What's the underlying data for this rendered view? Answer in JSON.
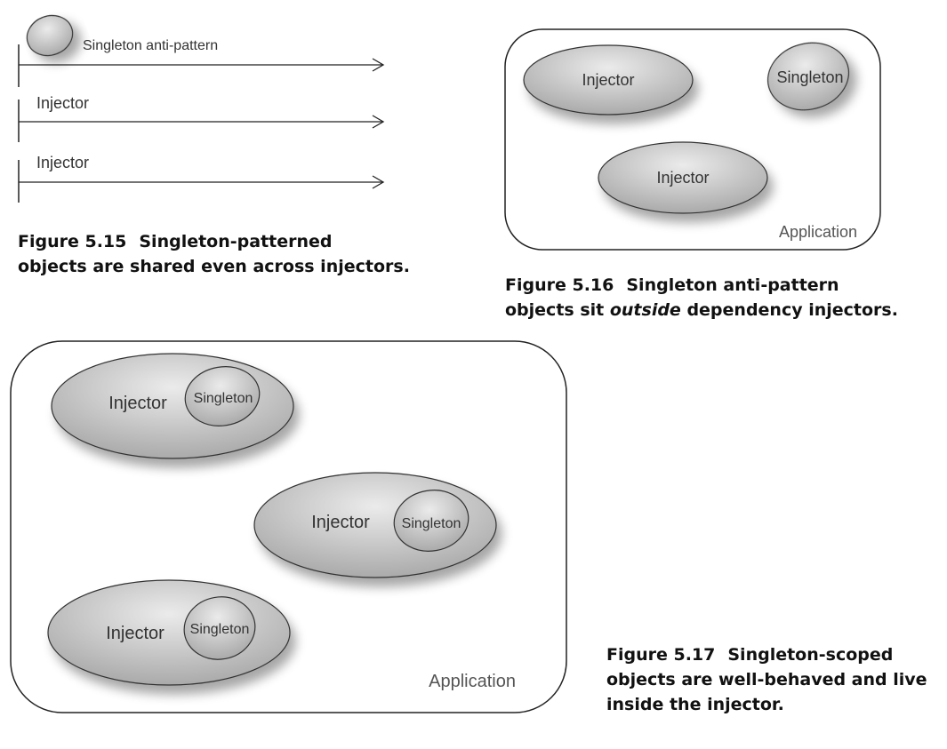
{
  "fig15": {
    "rows": [
      {
        "label": "Singleton anti-pattern"
      },
      {
        "label": "Injector"
      },
      {
        "label": "Injector"
      }
    ],
    "caption_number": "Figure 5.15",
    "caption_line1": "Singleton-patterned",
    "caption_line2": "objects are shared even across injectors."
  },
  "fig16": {
    "injector_top_label": "Injector",
    "singleton_label": "Singleton",
    "injector_bottom_label": "Injector",
    "application_label": "Application",
    "caption_number": "Figure 5.16",
    "caption_line1": "Singleton anti-pattern",
    "caption_line2_before": "objects sit ",
    "caption_line2_emph": "outside",
    "caption_line2_after": " dependency injectors."
  },
  "fig17": {
    "groups": [
      {
        "injector_label": "Injector",
        "singleton_label": "Singleton"
      },
      {
        "injector_label": "Injector",
        "singleton_label": "Singleton"
      },
      {
        "injector_label": "Injector",
        "singleton_label": "Singleton"
      }
    ],
    "application_label": "Application",
    "caption_number": "Figure 5.17",
    "caption_line1": "Singleton-scoped",
    "caption_line2": "objects are well-behaved and live",
    "caption_line3": "inside the injector."
  },
  "colors": {
    "ellipse_light": "#ebebeb",
    "ellipse_dark": "#a8a8a8",
    "outline": "#333333",
    "container": "#222222"
  }
}
